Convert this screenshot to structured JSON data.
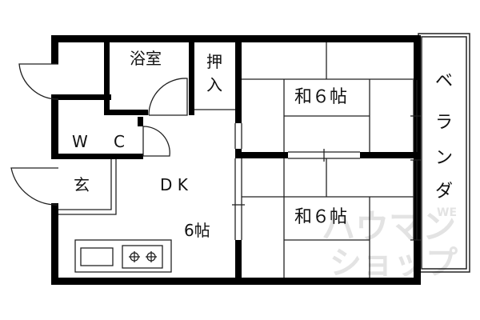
{
  "rooms": {
    "bath": "浴室",
    "closet_top": "押",
    "closet_bottom": "入",
    "wc_w": "W",
    "wc_c": "C",
    "entrance": "玄",
    "dk": "D K",
    "dk_size": "6帖",
    "tatami_top": "和６帖",
    "tatami_bottom": "和６帖"
  },
  "veranda": [
    "ベ",
    "ラ",
    "ン",
    "ダ"
  ],
  "watermark": {
    "line1": "ハウマン",
    "line2": "ショップ",
    "small": "WE"
  },
  "colors": {
    "wall": "#000000",
    "line": "#222222",
    "watermark": "#e3e3e3"
  }
}
